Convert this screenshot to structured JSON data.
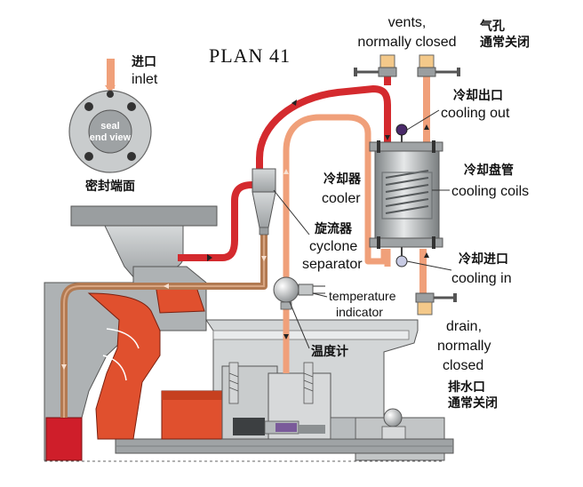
{
  "diagram": {
    "title": "PLAN 41",
    "labels": {
      "inlet_cn": "进口",
      "inlet_en": "inlet",
      "seal_view_line1": "seal",
      "seal_view_line2": "end view",
      "seal_face_cn": "密封端面",
      "vents_line1": "vents,",
      "vents_line2": "normally closed",
      "vents_cn_line1": "气孔",
      "vents_cn_line2": "通常关闭",
      "cooling_out_cn": "冷却出口",
      "cooling_out_en": "cooling out",
      "cooler_cn": "冷却器",
      "cooler_en": "cooler",
      "coils_cn": "冷却盘管",
      "coils_en": "cooling coils",
      "cyclone_cn": "旋流器",
      "cyclone_en_line1": "cyclone",
      "cyclone_en_line2": "separator",
      "cooling_in_cn": "冷却进口",
      "cooling_in_en": "cooling in",
      "temp_line1": "temperature",
      "temp_line2": "indicator",
      "drain_line1": "drain,",
      "drain_line2": "normally",
      "drain_line3": "closed",
      "thermometer_cn": "温度计",
      "drain_cn_line1": "排水口",
      "drain_cn_line2": "通常关闭"
    },
    "colors": {
      "hot_flow": "#d42a2e",
      "cooled_flow": "#f0a07a",
      "return_flow": "#b27a52",
      "coolant": "#f4c98a",
      "metal": "#b8bcbe",
      "dark_metal": "#6e7274",
      "seal_red": "#e0502e"
    }
  }
}
